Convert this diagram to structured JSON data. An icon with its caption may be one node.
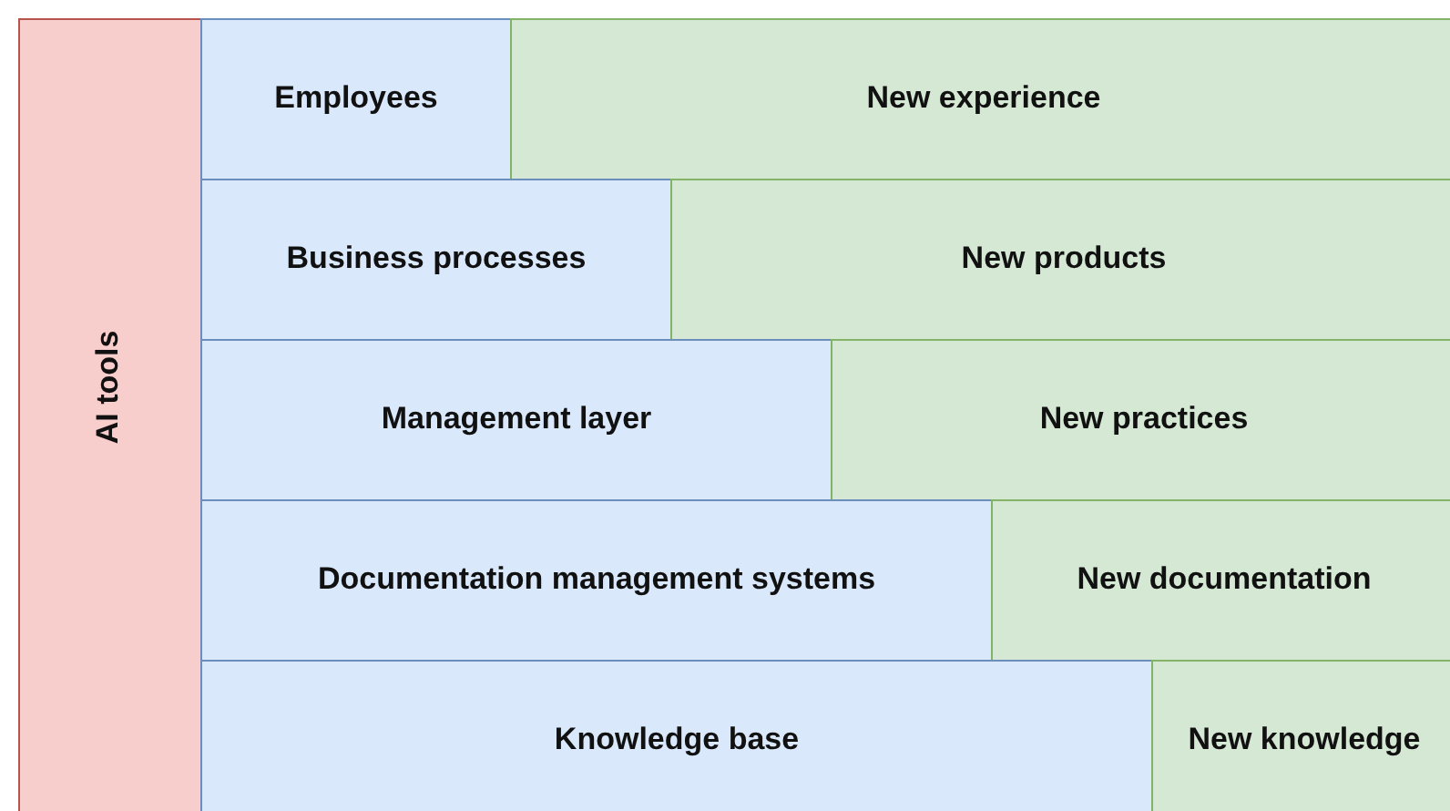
{
  "diagram": {
    "nodes": [
      {
        "text": [
          "AI tools"
        ]
      },
      {
        "text": [
          "Employees"
        ]
      },
      {
        "text": [
          "New experience"
        ]
      },
      {
        "text": [
          "Business processes"
        ]
      },
      {
        "text": [
          "New products"
        ]
      },
      {
        "text": [
          "Management layer"
        ]
      },
      {
        "text": [
          "New practices"
        ]
      },
      {
        "text": [
          "Documentation management systems"
        ]
      },
      {
        "text": [
          "New documentation"
        ]
      },
      {
        "text": [
          "Knowledge base"
        ]
      },
      {
        "text": [
          "New knowledge"
        ]
      }
    ]
  }
}
